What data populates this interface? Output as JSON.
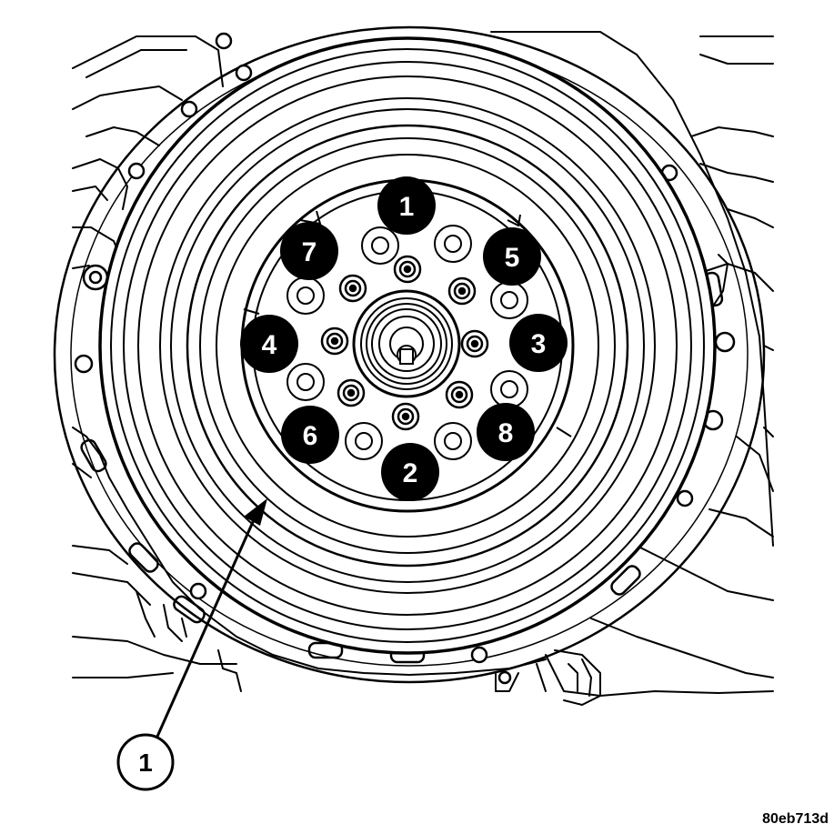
{
  "figure": {
    "code": "80eb713d",
    "line_color": "#000000",
    "background": "#ffffff"
  },
  "tightening_sequence": [
    {
      "label": "1"
    },
    {
      "label": "2"
    },
    {
      "label": "3"
    },
    {
      "label": "4"
    },
    {
      "label": "5"
    },
    {
      "label": "6"
    },
    {
      "label": "7"
    },
    {
      "label": "8"
    }
  ],
  "callouts": [
    {
      "label": "1"
    }
  ]
}
